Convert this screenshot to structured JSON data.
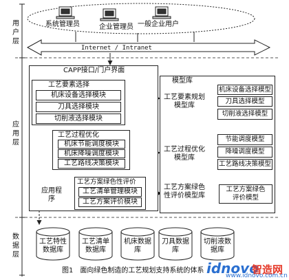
{
  "users": {
    "sys_admin": "系统管理员",
    "ent_admin": "企业管理员",
    "general_user": "一般企业用户"
  },
  "layers": {
    "user": "用户层",
    "app": "应用层",
    "data": "数据层"
  },
  "network": "Internet / Intranet",
  "portal": "CAPP接口/门户界面",
  "element_select": {
    "title": "工艺要素选择",
    "modules": [
      "机床设备选择模块",
      "刀具选择模块",
      "切削液选择模块"
    ]
  },
  "process_opt": {
    "title": "工艺过程优化",
    "modules": [
      "机床节能调度模块",
      "机床降噪调度模块",
      "工艺路线决策模块"
    ]
  },
  "green_eval": {
    "title": "工艺方案绿色性评价",
    "modules": [
      "工艺清单管理模块",
      "工艺方案评价模块"
    ]
  },
  "app_program": "应用程序",
  "model_lib": {
    "title": "模型库",
    "db1": "工艺要素规划模型库",
    "db2": "工艺过程优化模型库",
    "db3": "工艺方案绿色性评价模型库",
    "g1": [
      "机床设备选择模型",
      "刀具选择模型",
      "切削液选择模型"
    ],
    "g2": [
      "节能调度模型",
      "降噪调度模型",
      "工艺路线决策模型"
    ],
    "g3": [
      "工艺方案绿色评价模型"
    ]
  },
  "databases": [
    "工艺特性数据库",
    "工艺清单数据库",
    "机床数据库",
    "刀具数据库",
    "切削液数据库"
  ],
  "caption": "图1　面向绿色制造的工艺规划支持系统的体系",
  "watermark": {
    "brand": "idnovo",
    "cn": "智造网",
    "url": "www.idnovo.com.cn"
  }
}
